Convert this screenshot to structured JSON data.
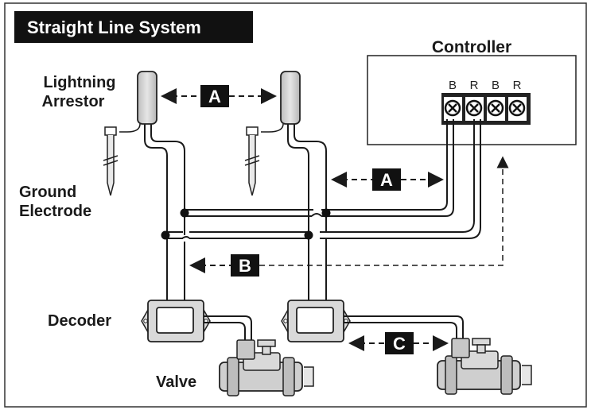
{
  "title": "Straight Line System",
  "labels": {
    "controller": "Controller",
    "lightning_arrestor_line1": "Lightning",
    "lightning_arrestor_line2": "Arrestor",
    "ground_electrode_line1": "Ground",
    "ground_electrode_line2": "Electrode",
    "decoder": "Decoder",
    "valve": "Valve"
  },
  "terminals": [
    "B",
    "R",
    "B",
    "R"
  ],
  "distance_markers": {
    "arrestor_spacing": "A",
    "arrestor_to_controller": "A",
    "controller_ground_path": "B",
    "decoder_to_valve": "C"
  },
  "colors": {
    "ink": "#1a1a1a",
    "device_fill": "#d9d9d9",
    "valve_fill": "#cfcfcf",
    "badge_fill": "#111111",
    "background": "#ffffff"
  }
}
